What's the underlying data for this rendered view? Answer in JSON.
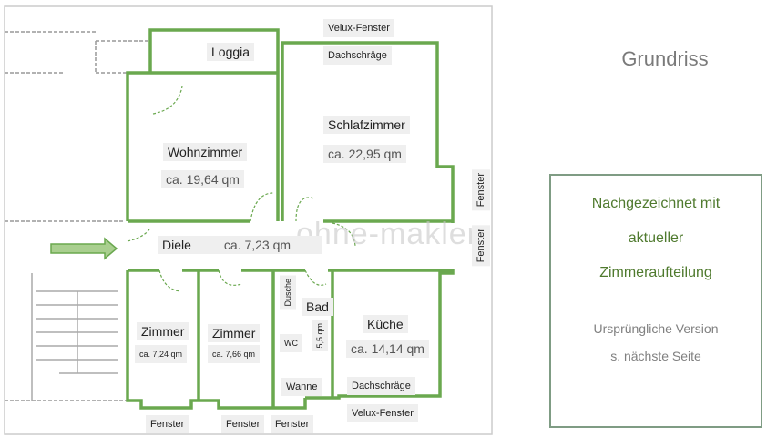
{
  "slide_title": "Grundriss",
  "plan": {
    "rooms": {
      "loggia": "Loggia",
      "wohnzimmer": {
        "name": "Wohnzimmer",
        "area": "ca. 19,64 qm"
      },
      "schlafzimmer": {
        "name": "Schlafzimmer",
        "area": "ca. 22,95 qm"
      },
      "diele": {
        "name": "Diele",
        "area": "ca. 7,23 qm"
      },
      "zimmer1": {
        "name": "Zimmer",
        "area": "ca. 7,24 qm"
      },
      "zimmer2": {
        "name": "Zimmer",
        "area": "ca. 7,66 qm"
      },
      "bad": {
        "name": "Bad",
        "area": "5,5 qm"
      },
      "kueche": {
        "name": "Küche",
        "area": "ca. 14,14 qm"
      }
    },
    "labels": {
      "velux_top": "Velux-Fenster",
      "dachschraege_top": "Dachschräge",
      "fenster_right1": "Fenster",
      "fenster_right2": "Fenster",
      "dusche": "Dusche",
      "wc": "WC",
      "wanne": "Wanne",
      "dachschraege_bottom": "Dachschräge",
      "velux_bottom": "Velux-Fenster",
      "fenster_b1": "Fenster",
      "fenster_b2": "Fenster",
      "fenster_b3": "Fenster"
    },
    "watermark": "ohne-makler",
    "wall_color": "#6aa84f"
  },
  "info_box": {
    "line1": "Nachgezeichnet mit",
    "line2": "aktueller",
    "line3": "Zimmeraufteilung",
    "note1": "Ursprüngliche Version",
    "note2": "s. nächste Seite",
    "border_color": "#7f9c84",
    "text_color": "#4f7a2e"
  }
}
